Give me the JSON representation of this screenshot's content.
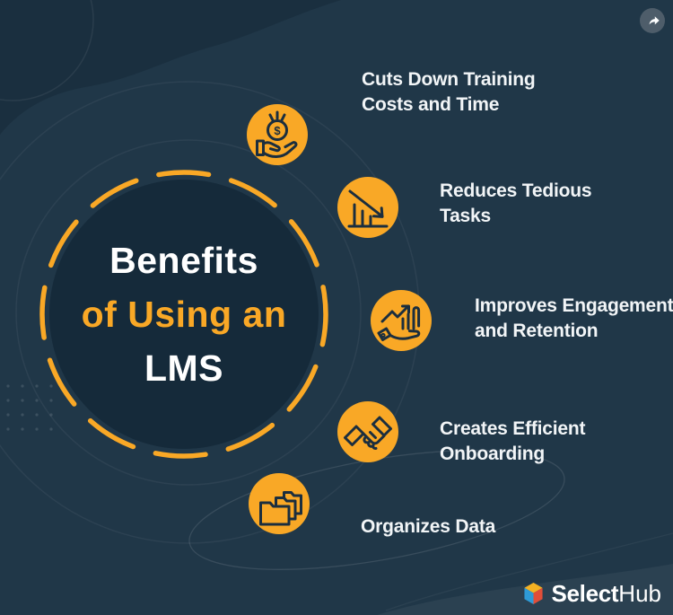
{
  "colors": {
    "background": "#203748",
    "accent_orange": "#F9A826",
    "circle_fill": "#152A3A",
    "text_light": "#F2F5F7",
    "icon_stroke": "#1B2E3E",
    "share_button_bg": "#4E5D6A",
    "logo_yellow": "#F4B223",
    "logo_red": "#E04E39",
    "logo_blue": "#2E9AD6"
  },
  "share_button": {
    "icon": "share-arrow-icon"
  },
  "title": {
    "line1": "Benefits",
    "line2": "of Using an",
    "line3": "LMS"
  },
  "benefits": [
    {
      "icon": "coin-in-hand-icon",
      "line1": "Cuts Down Training",
      "line2": "Costs and Time",
      "coin_symbol": "$"
    },
    {
      "icon": "declining-chart-icon",
      "line1": "Reduces Tedious",
      "line2": "Tasks"
    },
    {
      "icon": "growth-in-hand-icon",
      "line1": "Improves Engagement",
      "line2": "and Retention"
    },
    {
      "icon": "handshake-icon",
      "line1": "Creates Efficient",
      "line2": "Onboarding"
    },
    {
      "icon": "folders-icon",
      "line1": "Organizes Data",
      "line2": ""
    }
  ],
  "footer": {
    "brand_bold": "Select",
    "brand_light": "Hub",
    "logo_icon": "cube-logo-icon"
  }
}
